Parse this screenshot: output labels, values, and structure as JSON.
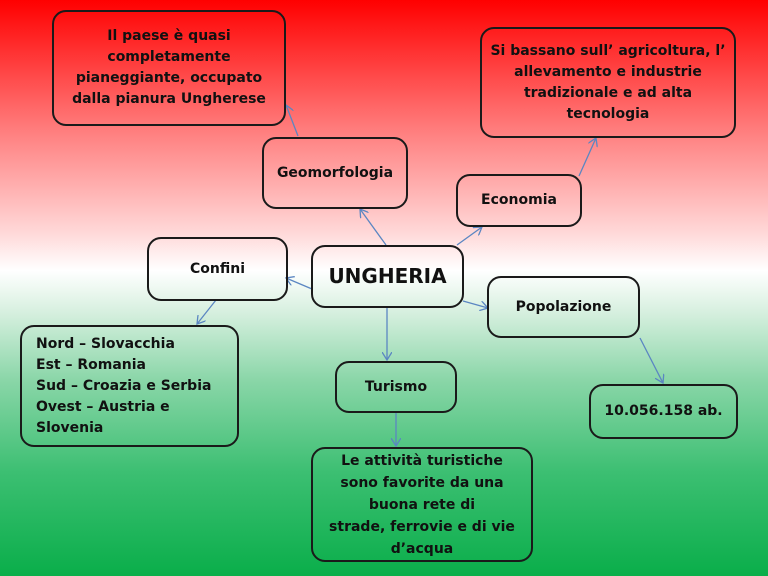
{
  "diagram": {
    "center": "UNGHERIA",
    "nodes": {
      "geomorfologia": "Geomorfologia",
      "geomorfologia_detail": "Il paese è quasi\ncompletamente\npianeggiante, occupato\ndalla pianura Ungherese",
      "economia": "Economia",
      "economia_detail": "Si bassano sull’ agricoltura, l’\nallevamento e industrie\ntradizionale e ad alta\ntecnologia",
      "confini": "Confini",
      "confini_detail": "Nord – Slovacchia\nEst – Romania\nSud – Croazia e Serbia\nOvest – Austria e\nSlovenia",
      "popolazione": "Popolazione",
      "popolazione_detail": "10.056.158 ab.",
      "turismo": "Turismo",
      "turismo_detail": "Le attività turistiche\nsono favorite da una\nbuona rete di\nstrade, ferrovie e di vie\nd’acqua"
    },
    "colors": {
      "top": "#ff0000",
      "middle": "#ffffff",
      "bottom": "#0aae4a",
      "arrow": "#5b86c2",
      "border": "#1a1a1a"
    }
  }
}
